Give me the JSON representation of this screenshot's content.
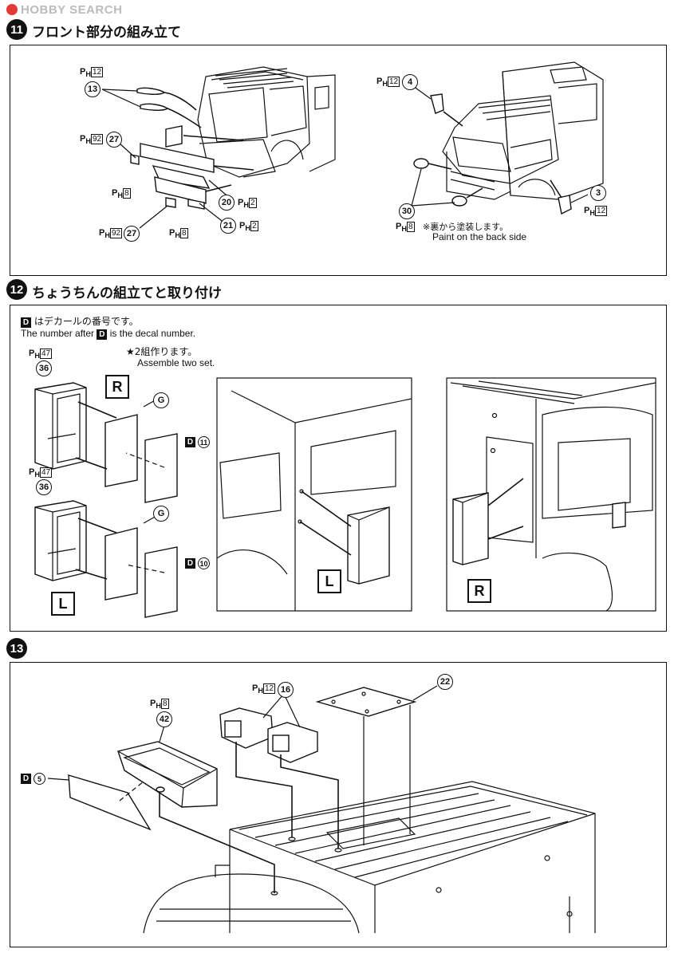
{
  "watermark": "HOBBY SEARCH",
  "step11": {
    "number": "11",
    "title": "フロント部分の組み立て",
    "left": {
      "ph_12": {
        "p": "P",
        "h": "H",
        "code": "12"
      },
      "part_13": "13",
      "ph_92_top": {
        "p": "P",
        "h": "H",
        "code": "92"
      },
      "part_27_top": "27",
      "ph_8_left": {
        "p": "P",
        "h": "H",
        "code": "8"
      },
      "part_20": "20",
      "ph_2_20": {
        "p": "P",
        "h": "H",
        "code": "2"
      },
      "ph_92_bottom": {
        "p": "P",
        "h": "H",
        "code": "92"
      },
      "part_27_bottom": "27",
      "ph_8_bottom": {
        "p": "P",
        "h": "H",
        "code": "8"
      },
      "part_21": "21",
      "ph_2_21": {
        "p": "P",
        "h": "H",
        "code": "2"
      }
    },
    "right": {
      "ph_12_top": {
        "p": "P",
        "h": "H",
        "code": "12"
      },
      "part_4": "4",
      "part_3": "3",
      "ph_12_right": {
        "p": "P",
        "h": "H",
        "code": "12"
      },
      "part_30": "30",
      "ph_8": {
        "p": "P",
        "h": "H",
        "code": "8"
      },
      "note_jp": "※裏から塗装します。",
      "note_en": "Paint on the back side"
    }
  },
  "step12": {
    "number": "12",
    "title": "ちょうちんの組立てと取り付け",
    "decal_note_jp": "はデカールの番号です。",
    "decal_note_en_pre": "The number after",
    "decal_note_en_post": "is the decal number.",
    "decal_letter": "D",
    "assemble_jp": "★2組作ります。",
    "assemble_en": "Assemble two set.",
    "top": {
      "ph": {
        "p": "P",
        "h": "H",
        "code": "47"
      },
      "part": "36",
      "side": "R",
      "g": "G",
      "decal": "11"
    },
    "bottom": {
      "ph": {
        "p": "P",
        "h": "H",
        "code": "47"
      },
      "part": "36",
      "side": "L",
      "g": "G",
      "decal": "10"
    },
    "left_view_label": "L",
    "right_view_label": "R"
  },
  "step13": {
    "number": "13",
    "decal": "5",
    "ph_8": {
      "p": "P",
      "h": "H",
      "code": "8"
    },
    "part_42": "42",
    "ph_12": {
      "p": "P",
      "h": "H",
      "code": "12"
    },
    "part_16": "16",
    "part_22": "22"
  }
}
